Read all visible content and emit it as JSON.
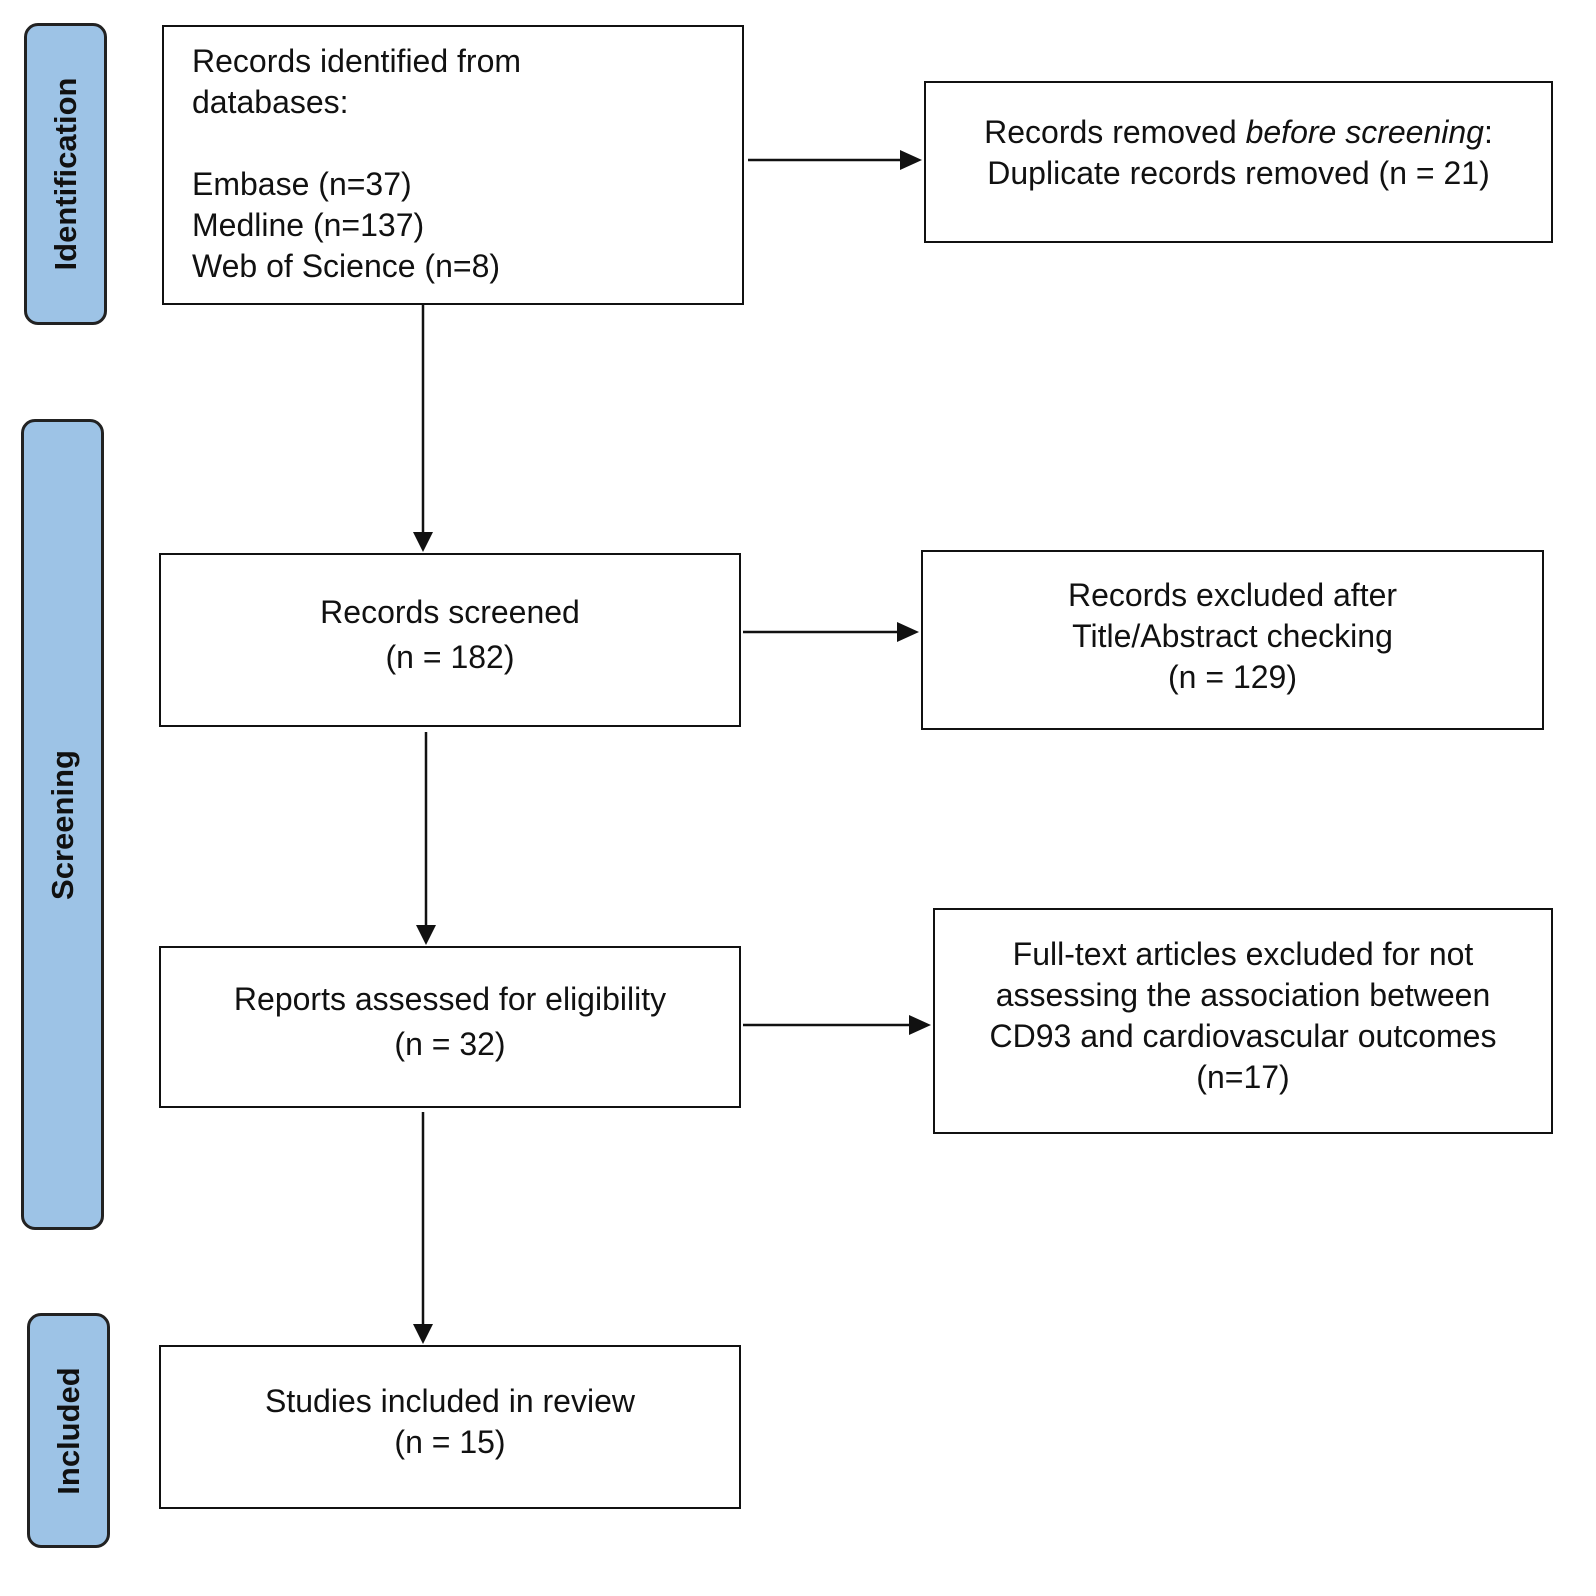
{
  "stages": {
    "identification": "Identification",
    "screening": "Screening",
    "included": "Included"
  },
  "boxes": {
    "identified": {
      "title_line1": "Records identified from",
      "title_line2": "databases:",
      "sources": [
        "Embase (n=37)",
        "Medline (n=137)",
        "Web of Science (n=8)"
      ]
    },
    "removed": {
      "line1_prefix": "Records removed ",
      "line1_italic": "before screening",
      "line1_suffix": ":",
      "line2": "Duplicate records removed (n = 21)"
    },
    "screened": {
      "line1": "Records screened",
      "line2": "(n = 182)"
    },
    "excluded": {
      "line1": "Records excluded after",
      "line2": "Title/Abstract checking",
      "line3": "(n = 129)"
    },
    "assessed": {
      "line1": "Reports assessed for eligibility",
      "line2": "(n = 32)"
    },
    "fulltext_excluded": {
      "line1": "Full-text articles excluded for not",
      "line2": "assessing the association between",
      "line3": "CD93 and cardiovascular outcomes",
      "line4": "(n=17)"
    },
    "included": {
      "line1": "Studies included in review",
      "line2": "(n = 15)"
    }
  },
  "colors": {
    "stage_fill": "#9dc3e6",
    "border": "#111111"
  }
}
